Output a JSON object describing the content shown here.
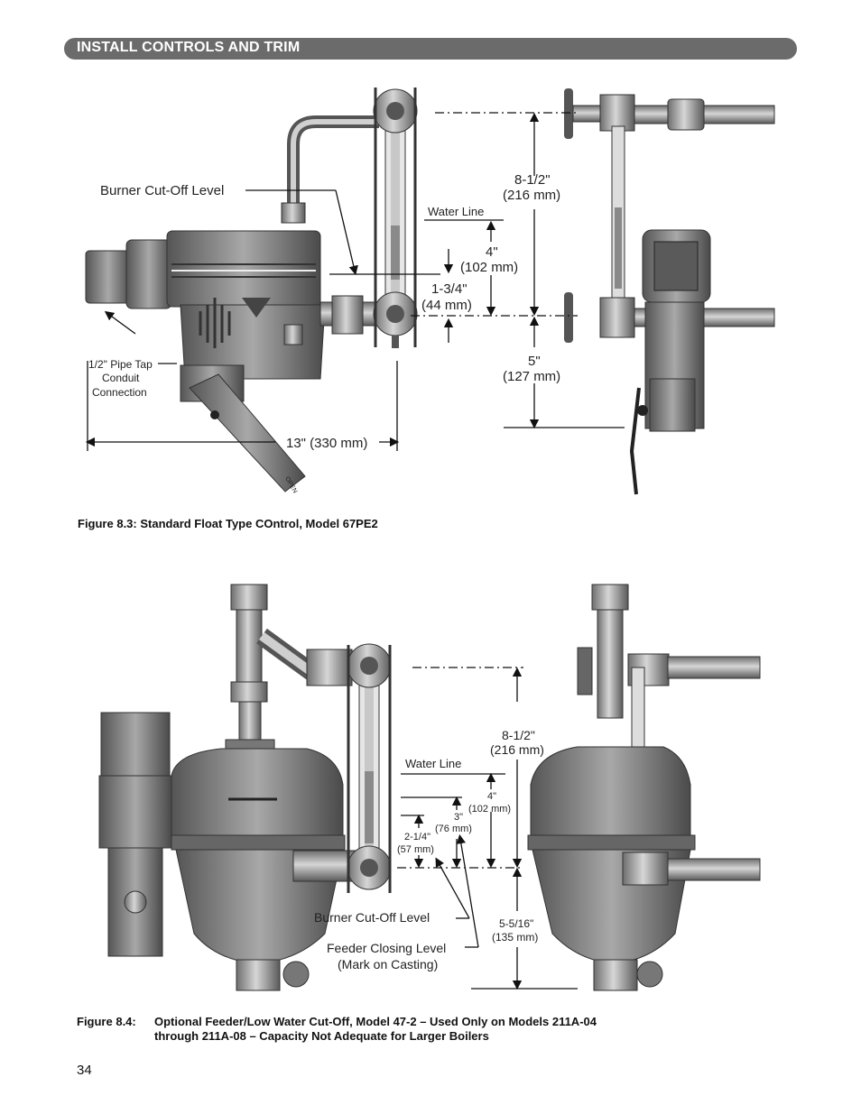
{
  "header": {
    "title": "INSTALL CONTROLS AND TRIM"
  },
  "figure1": {
    "labels": {
      "burner_cutoff": "Burner Cut-Off Level",
      "water_line": "Water Line",
      "pipe_tap_1": "1/2\" Pipe Tap",
      "pipe_tap_2": "Conduit",
      "pipe_tap_3": "Connection",
      "dim_85_in": "8-1/2\"",
      "dim_85_mm": "(216 mm)",
      "dim_4_in": "4\"",
      "dim_4_mm": "(102 mm)",
      "dim_134_in": "1-3/4\"",
      "dim_134_mm": "(44 mm)",
      "dim_5_in": "5\"",
      "dim_5_mm": "(127 mm)",
      "dim_13": "13\" (330 mm)",
      "open_mark": "OPEN"
    },
    "caption": "Figure 8.3: Standard Float Type COntrol, Model 67PE2"
  },
  "figure2": {
    "labels": {
      "water_line": "Water Line",
      "dim_85_in": "8-1/2\"",
      "dim_85_mm": "(216 mm)",
      "dim_4_in": "4\"",
      "dim_4_mm": "(102 mm)",
      "dim_3_in": "3\"",
      "dim_3_mm": "(76 mm)",
      "dim_214_in": "2-1/4\"",
      "dim_214_mm": "(57 mm)",
      "burner_cutoff": "Burner Cut-Off Level",
      "dim_5516_in": "5-5/16\"",
      "dim_5516_mm": "(135 mm)",
      "feeder_1": "Feeder Closing Level",
      "feeder_2": "(Mark on Casting)"
    },
    "caption_label": "Figure 8.4:",
    "caption_line1": "Optional Feeder/Low Water Cut-Off, Model 47-2 – Used Only on Models 211A-04",
    "caption_line2": "through 211A-08 – Capacity Not Adequate for Larger Boilers"
  },
  "page_number": "34"
}
